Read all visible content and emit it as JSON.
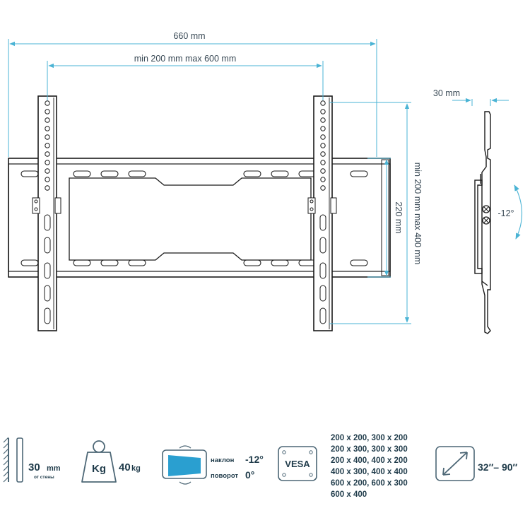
{
  "dimensions": {
    "overall_width": "660 mm",
    "vesa_horizontal": "min 200 mm max 600 mm",
    "depth": "30 mm",
    "plate_height": "220 mm",
    "vesa_vertical": "min 200 mm max 400 mm",
    "tilt": "-12°"
  },
  "specs": {
    "wall_distance_value": "30",
    "wall_distance_unit": "mm",
    "wall_distance_caption": "от стены",
    "weight_icon_label": "Kg",
    "max_load_value": "40",
    "max_load_unit": "kg",
    "tilt_label": "наклон",
    "tilt_value": "-12°",
    "swivel_label": "поворот",
    "swivel_value": "0°",
    "vesa_label": "VESA",
    "vesa_patterns": [
      "200 x 200, 300 x 200",
      "200 x 300, 300 x 300",
      "200 x 400, 400 x 200",
      "400 x 300, 400 x 400",
      "600 x 200, 600 x 300",
      "600 x 400"
    ],
    "screen_size": "32″– 90″"
  },
  "colors": {
    "dimension_line": "#4ab3d4",
    "drawing_stroke": "#1a1a1a",
    "icon_blue": "#2a9fd0",
    "icon_stroke": "#4d6776",
    "spec_text": "#1f3b4a"
  }
}
